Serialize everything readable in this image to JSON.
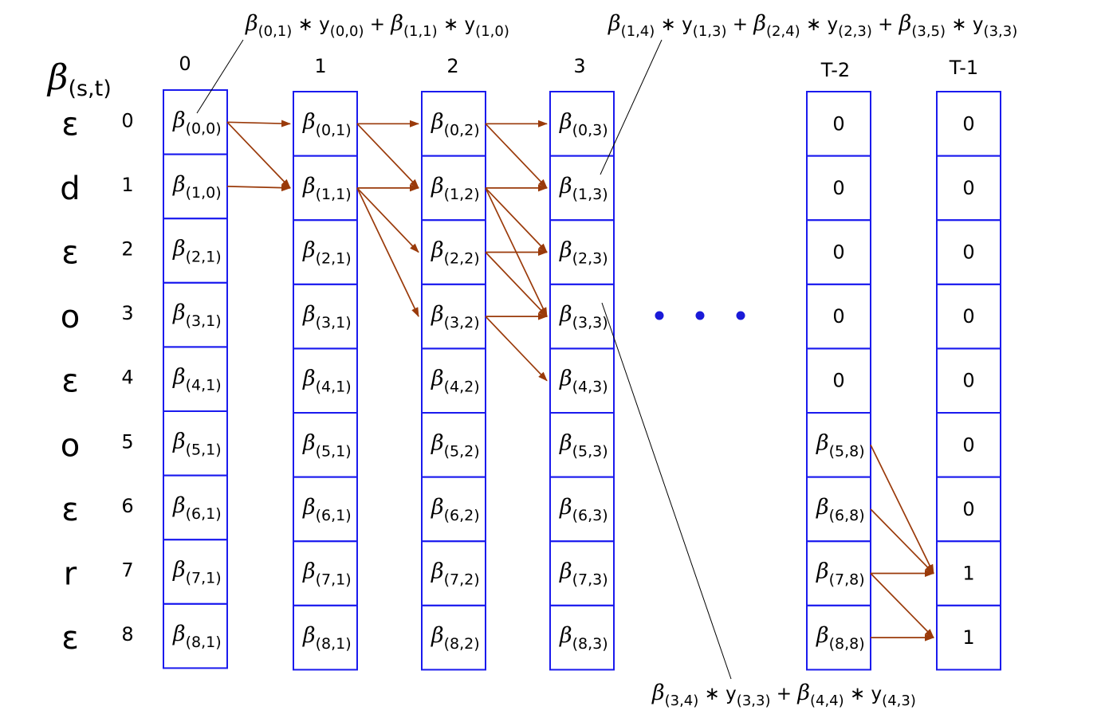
{
  "header": {
    "symbol": "β",
    "subscript": "(s,t)"
  },
  "column_headers": [
    "0",
    "1",
    "2",
    "3",
    "T-2",
    "T-1"
  ],
  "rows": [
    {
      "label": "ε",
      "index": "0"
    },
    {
      "label": "d",
      "index": "1"
    },
    {
      "label": "ε",
      "index": "2"
    },
    {
      "label": "o",
      "index": "3"
    },
    {
      "label": "ε",
      "index": "4"
    },
    {
      "label": "o",
      "index": "5"
    },
    {
      "label": "ε",
      "index": "6"
    },
    {
      "label": "r",
      "index": "7"
    },
    {
      "label": "ε",
      "index": "8"
    }
  ],
  "columns": [
    {
      "header": "0",
      "cells": [
        "(0,0)",
        "(1,0)",
        "(2,1)",
        "(3,1)",
        "(4,1)",
        "(5,1)",
        "(6,1)",
        "(7,1)",
        "(8,1)"
      ]
    },
    {
      "header": "1",
      "cells": [
        "(0,1)",
        "(1,1)",
        "(2,1)",
        "(3,1)",
        "(4,1)",
        "(5,1)",
        "(6,1)",
        "(7,1)",
        "(8,1)"
      ]
    },
    {
      "header": "2",
      "cells": [
        "(0,2)",
        "(1,2)",
        "(2,2)",
        "(3,2)",
        "(4,2)",
        "(5,2)",
        "(6,2)",
        "(7,2)",
        "(8,2)"
      ]
    },
    {
      "header": "3",
      "cells": [
        "(0,3)",
        "(1,3)",
        "(2,3)",
        "(3,3)",
        "(4,3)",
        "(5,3)",
        "(6,3)",
        "(7,3)",
        "(8,3)"
      ]
    },
    {
      "header": "T-2",
      "cells": [
        "0",
        "0",
        "0",
        "0",
        "0",
        "(5,8)",
        "(6,8)",
        "(7,8)",
        "(8,8)"
      ]
    },
    {
      "header": "T-1",
      "cells": [
        "0",
        "0",
        "0",
        "0",
        "0",
        "0",
        "0",
        "1",
        "1"
      ]
    }
  ],
  "formulas": {
    "top_left": [
      {
        "t": "β",
        "s": "(0,1)"
      },
      {
        "t": " ∗ y",
        "s": "(0,0)"
      },
      {
        "t": " + β",
        "s": "(1,1)"
      },
      {
        "t": " ∗ y",
        "s": "(1,0)"
      }
    ],
    "top_right": [
      {
        "t": "β",
        "s": "(1,4)"
      },
      {
        "t": " ∗ y",
        "s": "(1,3)"
      },
      {
        "t": " + β",
        "s": "(2,4)"
      },
      {
        "t": " ∗ y",
        "s": "(2,3)"
      },
      {
        "t": " + β",
        "s": "(3,5)"
      },
      {
        "t": " ∗ y",
        "s": "(3,3)"
      }
    ],
    "bottom": [
      {
        "t": "β",
        "s": "(3,4)"
      },
      {
        "t": " ∗ y",
        "s": "(3,3)"
      },
      {
        "t": " + β",
        "s": "(4,4)"
      },
      {
        "t": " ∗ y",
        "s": "(4,3)"
      }
    ]
  },
  "ellipsis_dots": 3,
  "colors": {
    "cell_border": "#1a1aee",
    "arrow": "#9a3a0a",
    "dots": "#1a1ad8",
    "pointer_line": "#000000"
  },
  "arrows": [
    {
      "from": [
        0,
        0
      ],
      "to": [
        1,
        0
      ]
    },
    {
      "from": [
        0,
        0
      ],
      "to": [
        1,
        1
      ]
    },
    {
      "from": [
        0,
        1
      ],
      "to": [
        1,
        1
      ]
    },
    {
      "from": [
        1,
        0
      ],
      "to": [
        2,
        0
      ]
    },
    {
      "from": [
        1,
        0
      ],
      "to": [
        2,
        1
      ]
    },
    {
      "from": [
        1,
        1
      ],
      "to": [
        2,
        1
      ]
    },
    {
      "from": [
        1,
        1
      ],
      "to": [
        2,
        2
      ]
    },
    {
      "from": [
        1,
        1
      ],
      "to": [
        2,
        3
      ]
    },
    {
      "from": [
        2,
        0
      ],
      "to": [
        3,
        0
      ]
    },
    {
      "from": [
        2,
        0
      ],
      "to": [
        3,
        1
      ]
    },
    {
      "from": [
        2,
        1
      ],
      "to": [
        3,
        1
      ]
    },
    {
      "from": [
        2,
        1
      ],
      "to": [
        3,
        2
      ]
    },
    {
      "from": [
        2,
        1
      ],
      "to": [
        3,
        3
      ]
    },
    {
      "from": [
        2,
        2
      ],
      "to": [
        3,
        2
      ]
    },
    {
      "from": [
        2,
        2
      ],
      "to": [
        3,
        3
      ]
    },
    {
      "from": [
        2,
        3
      ],
      "to": [
        3,
        3
      ]
    },
    {
      "from": [
        2,
        3
      ],
      "to": [
        3,
        4
      ]
    },
    {
      "from": [
        4,
        5
      ],
      "to": [
        5,
        7
      ]
    },
    {
      "from": [
        4,
        6
      ],
      "to": [
        5,
        7
      ]
    },
    {
      "from": [
        4,
        7
      ],
      "to": [
        5,
        7
      ]
    },
    {
      "from": [
        4,
        7
      ],
      "to": [
        5,
        8
      ]
    },
    {
      "from": [
        4,
        8
      ],
      "to": [
        5,
        8
      ]
    }
  ]
}
